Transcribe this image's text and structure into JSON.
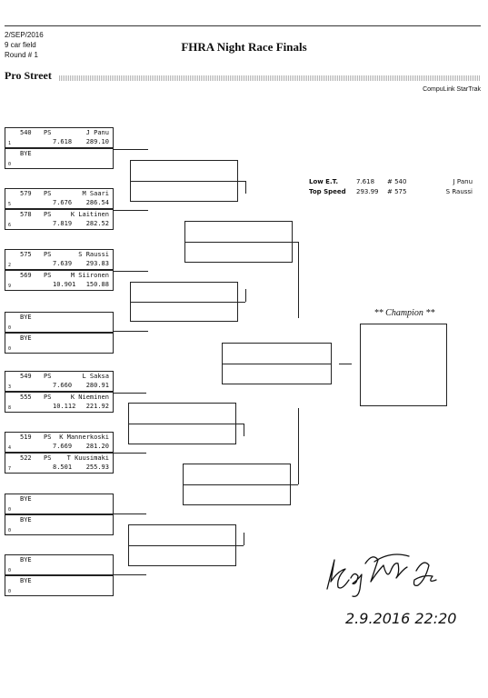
{
  "header": {
    "date": "2/SEP/2016",
    "field": "9 car field",
    "round": "Round # 1",
    "title": "FHRA Night Race Finals",
    "class_name": "Pro Street",
    "software": "CompuLink StarTrak"
  },
  "stats": {
    "low_et_label": "Low  E.T.",
    "low_et_value": "7.618",
    "low_et_num": "# 540",
    "low_et_driver": "J Panu",
    "top_speed_label": "Top Speed",
    "top_speed_value": "293.99",
    "top_speed_num": "# 575",
    "top_speed_driver": "S Raussi"
  },
  "champion_label": "** Champion **",
  "entries": [
    {
      "num": "540",
      "cls": "PS",
      "name": "J Panu",
      "et": "7.618",
      "mph": "289.10",
      "lane": "1"
    },
    {
      "num": "",
      "cls": "",
      "name": "BYE",
      "et": "",
      "mph": "",
      "lane": "0"
    },
    {
      "num": "579",
      "cls": "PS",
      "name": "M Saari",
      "et": "7.676",
      "mph": "286.54",
      "lane": "5"
    },
    {
      "num": "578",
      "cls": "PS",
      "name": "K Laitinen",
      "et": "7.819",
      "mph": "282.52",
      "lane": "6"
    },
    {
      "num": "575",
      "cls": "PS",
      "name": "S Raussi",
      "et": "7.639",
      "mph": "293.83",
      "lane": "2"
    },
    {
      "num": "569",
      "cls": "PS",
      "name": "M Siironen",
      "et": "10.901",
      "mph": "150.88",
      "lane": "9"
    },
    {
      "num": "",
      "cls": "",
      "name": "BYE",
      "et": "",
      "mph": "",
      "lane": "0"
    },
    {
      "num": "",
      "cls": "",
      "name": "BYE",
      "et": "",
      "mph": "",
      "lane": "0"
    },
    {
      "num": "549",
      "cls": "PS",
      "name": "L Saksa",
      "et": "7.660",
      "mph": "280.91",
      "lane": "3"
    },
    {
      "num": "555",
      "cls": "PS",
      "name": "K Nieminen",
      "et": "10.112",
      "mph": "221.92",
      "lane": "8"
    },
    {
      "num": "519",
      "cls": "PS",
      "name": "K Mannerkoski",
      "et": "7.669",
      "mph": "281.20",
      "lane": "4"
    },
    {
      "num": "522",
      "cls": "PS",
      "name": "T Kuusimaki",
      "et": "8.501",
      "mph": "255.93",
      "lane": "7"
    },
    {
      "num": "",
      "cls": "",
      "name": "BYE",
      "et": "",
      "mph": "",
      "lane": "0"
    },
    {
      "num": "",
      "cls": "",
      "name": "BYE",
      "et": "",
      "mph": "",
      "lane": "0"
    },
    {
      "num": "",
      "cls": "",
      "name": "BYE",
      "et": "",
      "mph": "",
      "lane": "0"
    },
    {
      "num": "",
      "cls": "",
      "name": "BYE",
      "et": "",
      "mph": "",
      "lane": "0"
    }
  ],
  "signature": {
    "date_time": "2.9.2016  22:20"
  }
}
